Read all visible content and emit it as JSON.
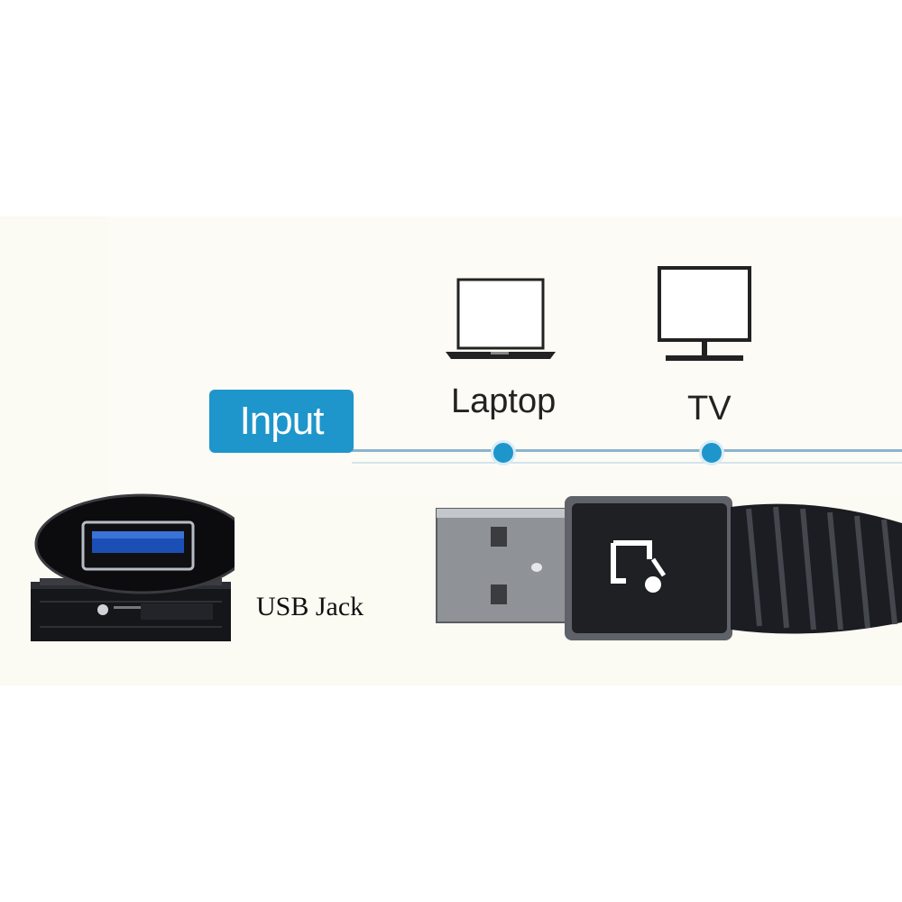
{
  "input_badge": {
    "label": "Input"
  },
  "devices": [
    {
      "label": "Laptop",
      "icon": "laptop-icon"
    },
    {
      "label": "TV",
      "icon": "tv-icon"
    }
  ],
  "usb_jack": {
    "label": "USB Jack"
  },
  "colors": {
    "accent": "#1e96cb",
    "timeline": "#8ab4cf",
    "cable": "#1b1d22",
    "connector_metal": "#9a9da3"
  }
}
